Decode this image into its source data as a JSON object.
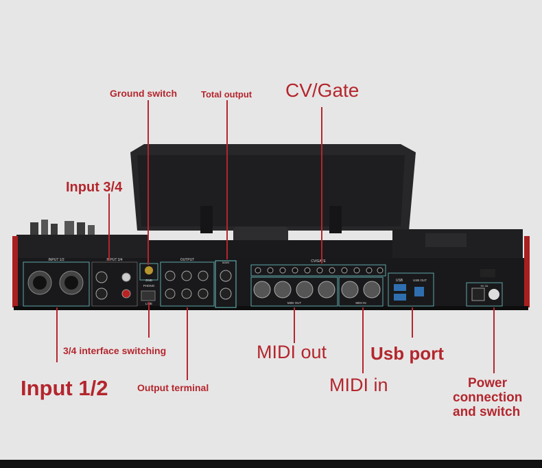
{
  "labels": {
    "ground_switch": "Ground switch",
    "total_output": "Total output",
    "cv_gate": "CV/Gate",
    "input_3_4": "Input 3/4",
    "interface_switching": "3/4 interface switching",
    "input_1_2": "Input 1/2",
    "output_terminal": "Output terminal",
    "midi_out": "MIDI out",
    "usb_port": "Usb port",
    "midi_in": "MIDI in",
    "power_line1": "Power",
    "power_line2": "connection",
    "power_line3": "and switch"
  },
  "panel": {
    "input_1_2": "INPUT 1/2",
    "input_3_4": "INPUT 3/4",
    "output": "OUTPUT",
    "main": "MAIN",
    "cv_gate": "CV/GATE",
    "gnd": "GND",
    "phono": "PHONO",
    "line": "LINE",
    "midi_out": "MIDI OUT",
    "midi_in": "MIDI IN",
    "usb": "USB",
    "usb_out": "USB OUT",
    "power_rating": "9V 2A"
  },
  "colors": {
    "label_red": "#b3262d",
    "device_body": "#1c1c1e",
    "accent_red": "#a8201f",
    "panel_outline": "#5fa8a8"
  }
}
